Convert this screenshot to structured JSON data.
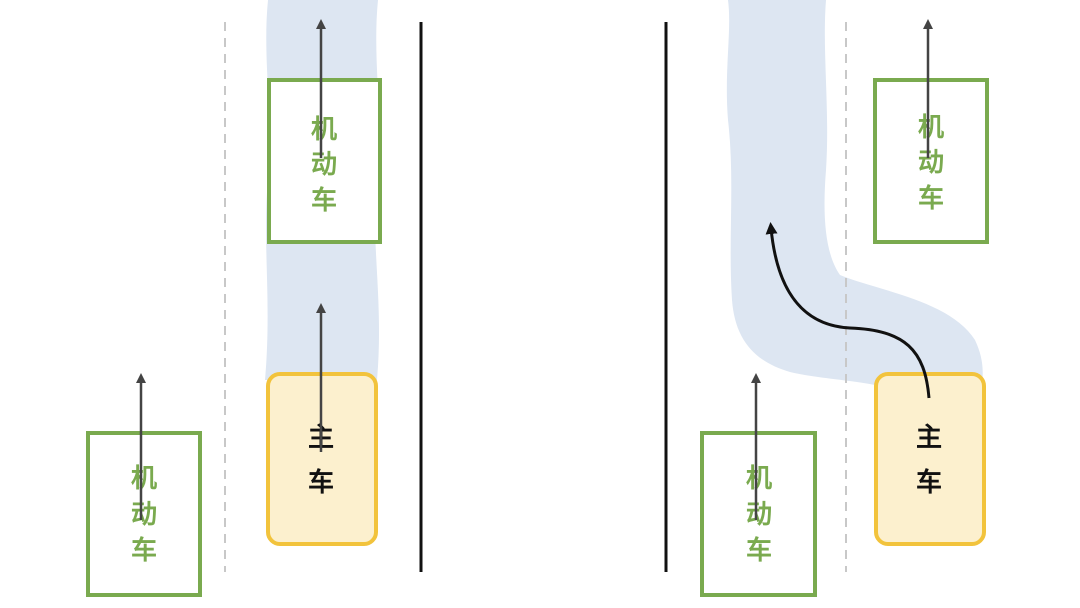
{
  "colors": {
    "background": "#ffffff",
    "lane_divider": "#c8c8c8",
    "road_edge": "#111111",
    "path_band": "#dde6f2",
    "other_vehicle_border": "#7aaa4f",
    "other_vehicle_text": "#7aaa4f",
    "ego_vehicle_border": "#f2c33c",
    "ego_vehicle_fill": "#fcf0ce",
    "ego_vehicle_text": "#111111",
    "arrow": "#444444",
    "lane_change_arrow": "#111111"
  },
  "scenes": [
    {
      "id": "left",
      "vehicles": [
        {
          "role": "other",
          "label_chars": [
            "机",
            "动",
            "车"
          ]
        },
        {
          "role": "other",
          "label_chars": [
            "机",
            "动",
            "车"
          ]
        },
        {
          "role": "ego",
          "label_chars": [
            "主",
            "车"
          ]
        }
      ]
    },
    {
      "id": "right",
      "vehicles": [
        {
          "role": "other",
          "label_chars": [
            "机",
            "动",
            "车"
          ]
        },
        {
          "role": "other",
          "label_chars": [
            "机",
            "动",
            "车"
          ]
        },
        {
          "role": "ego",
          "label_chars": [
            "主",
            "车"
          ]
        }
      ]
    }
  ]
}
